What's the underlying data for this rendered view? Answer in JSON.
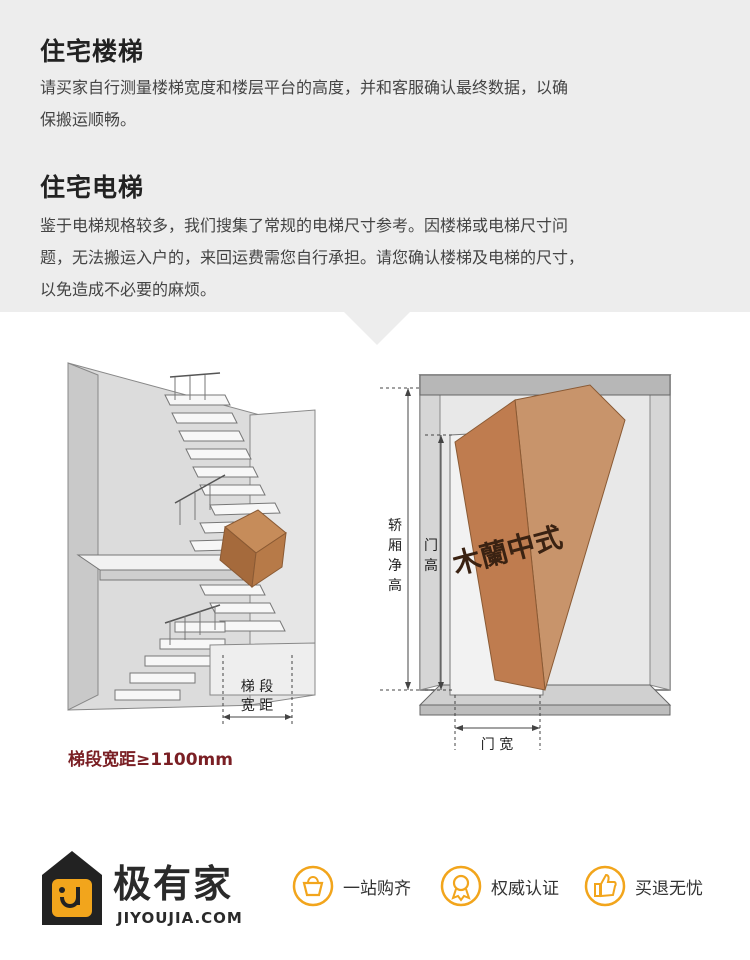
{
  "sections": [
    {
      "title": "住宅楼梯",
      "lines": [
        "请买家自行测量楼梯宽度和楼层平台的高度，并和客服确认最终数据，以确",
        "保搬运顺畅。"
      ]
    },
    {
      "title": "住宅电梯",
      "lines": [
        "鉴于电梯规格较多，我们搜集了常规的电梯尺寸参考。因楼梯或电梯尺寸问",
        "题，无法搬运入户的，来回运费需您自行承担。请您确认楼梯及电梯的尺寸，",
        "以免造成不必要的麻烦。"
      ]
    }
  ],
  "stairs_diagram": {
    "width_label_line1": "梯 段",
    "width_label_line2": "宽 距",
    "requirement": "梯段宽距≥1100mm"
  },
  "elevator_diagram": {
    "car_height_label": [
      "轿",
      "厢",
      "净",
      "高"
    ],
    "door_height_label": [
      "门",
      "高"
    ],
    "door_width_label": "门 宽",
    "box_text": "木蘭中式"
  },
  "footer": {
    "brand": "极有家",
    "domain": "JIYOUJIA.COM",
    "features": [
      {
        "icon": "basket-icon",
        "label": "一站购齐"
      },
      {
        "icon": "medal-icon",
        "label": "权威认证"
      },
      {
        "icon": "thumbs-up-icon",
        "label": "买退无忧"
      }
    ],
    "accent_color": "#f2a51c"
  }
}
